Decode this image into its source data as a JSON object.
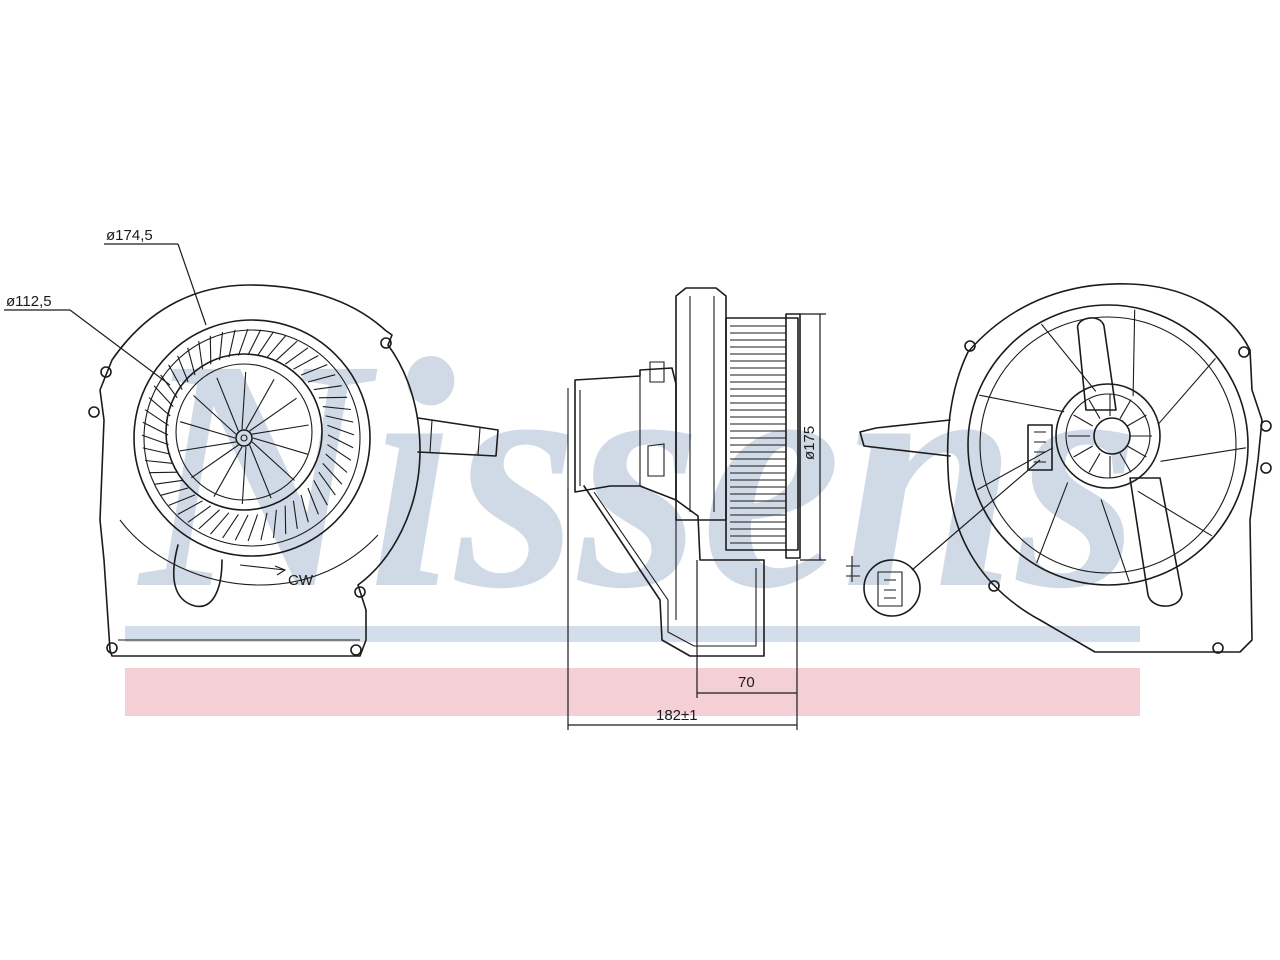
{
  "watermark": {
    "text": "Nissens",
    "text_color": "#a9bcd3",
    "bar_blue": "#c9d6e6",
    "bar_pink": "#f1c4cc"
  },
  "labels": {
    "outer_diameter": "ø174,5",
    "inner_diameter": "ø112,5",
    "rotation": "CW",
    "height": "ø175",
    "shaft_depth": "70",
    "overall_depth": "182±1"
  }
}
